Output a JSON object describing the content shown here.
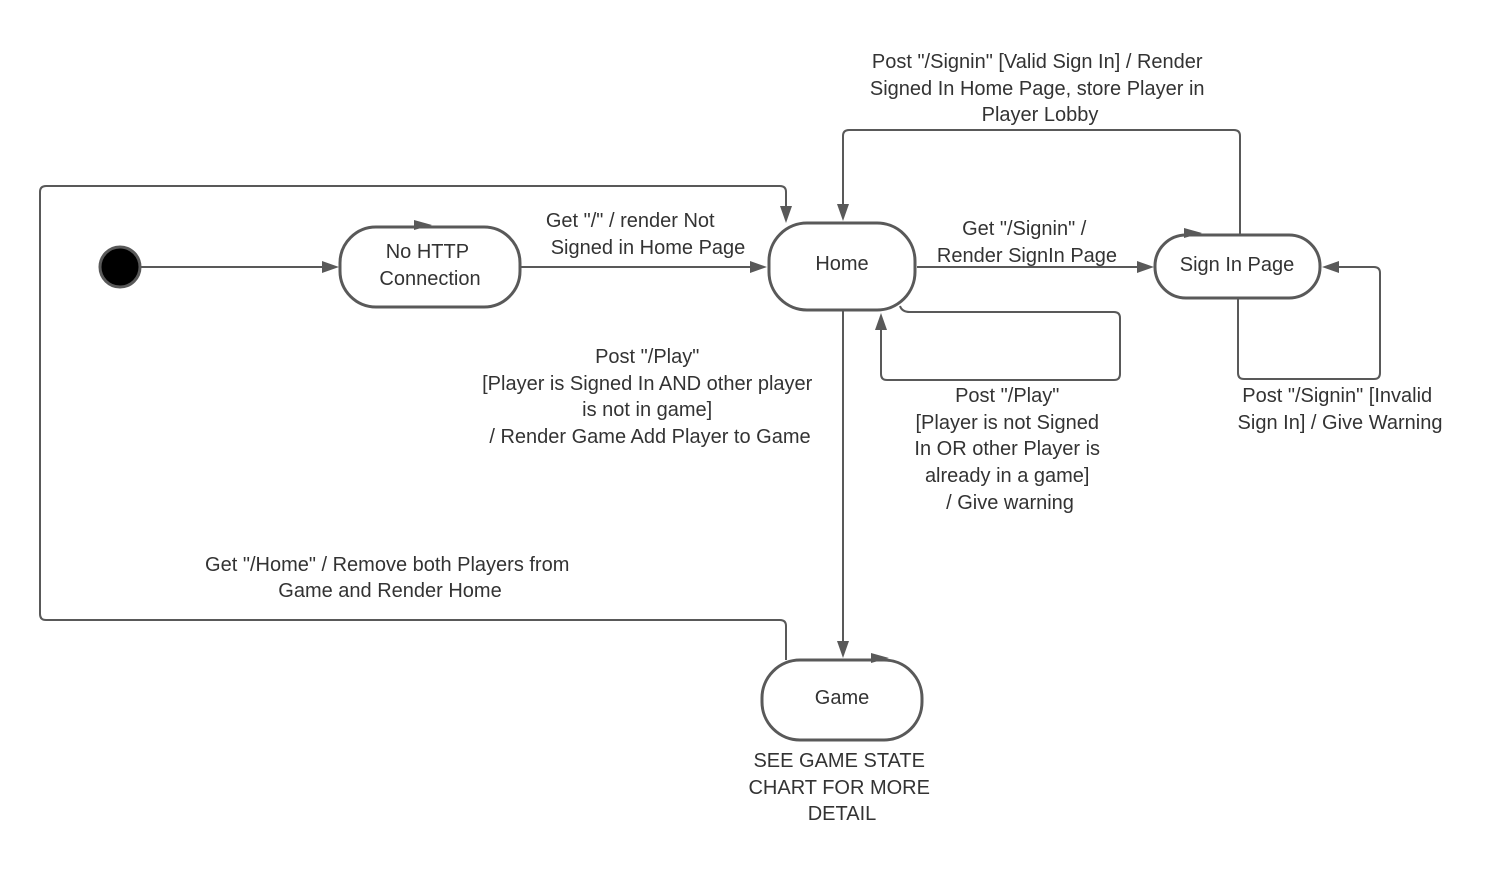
{
  "diagram": {
    "colors": {
      "stroke": "#595959",
      "text": "#333333",
      "initial_node": "#000000",
      "background": "#ffffff"
    },
    "states": {
      "no_http": [
        "No HTTP",
        "Connection"
      ],
      "home": [
        "Home"
      ],
      "sign_in": [
        "Sign In Page"
      ],
      "game": [
        "Game"
      ]
    },
    "transitions": {
      "get_root": [
        "Get \"/\" / render Not",
        "Signed in Home Page"
      ],
      "get_signin": [
        "Get \"/Signin\" /",
        "Render SignIn Page"
      ],
      "post_signin_valid": [
        "Post \"/Signin\" [Valid Sign In] / Render",
        "Signed In Home Page, store Player in",
        "Player Lobby"
      ],
      "post_signin_invalid": [
        "Post \"/Signin\" [Invalid",
        "Sign In] / Give Warning"
      ],
      "post_play_valid": [
        "Post \"/Play\"",
        "[Player is Signed In AND other player",
        "is not in game]",
        "/ Render Game Add Player to Game"
      ],
      "post_play_invalid": [
        "Post \"/Play\"",
        "[Player is not Signed",
        "In OR other Player is",
        "already in a game]",
        "/ Give warning"
      ],
      "get_home": [
        "Get \"/Home\" / Remove both Players from",
        "Game and Render Home"
      ]
    },
    "notes": {
      "game_note": [
        "SEE GAME STATE",
        "CHART FOR MORE",
        "DETAIL"
      ]
    }
  }
}
